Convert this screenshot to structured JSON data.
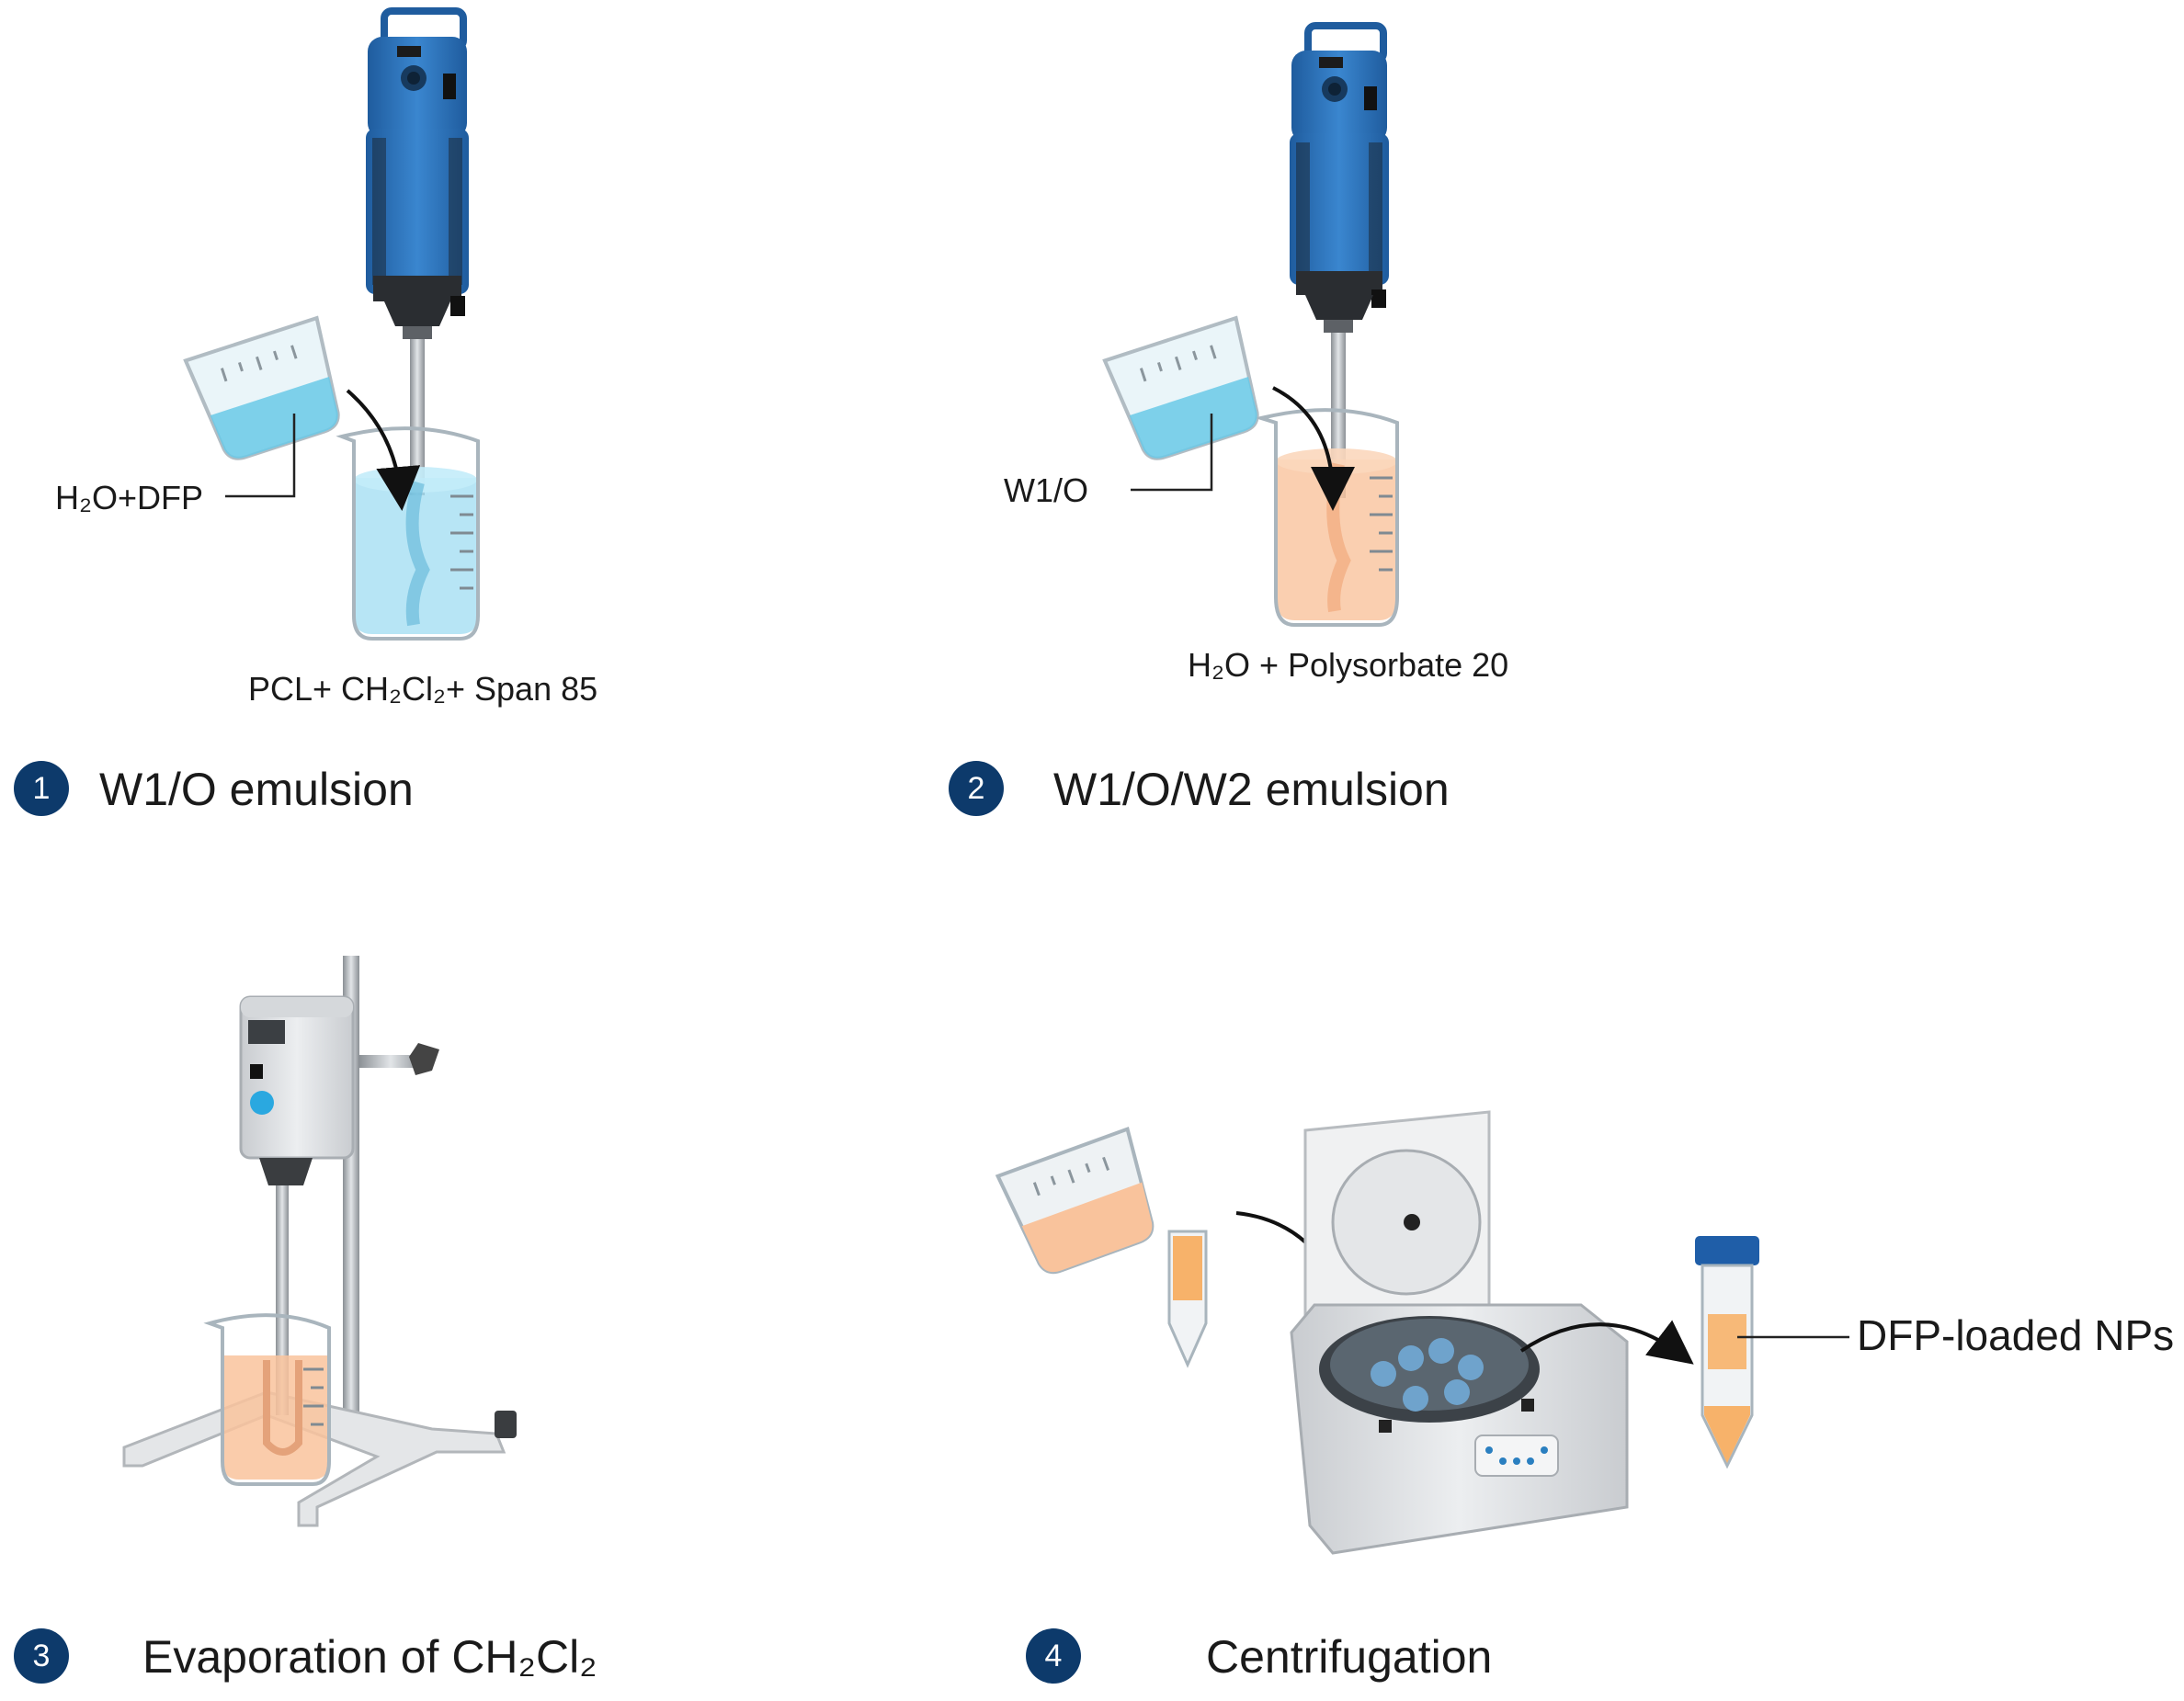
{
  "colors": {
    "badge": "#0d3a6b",
    "mixer_blue": "#2f73b8",
    "water_blue": "#7fd0ec",
    "emulsion_orange": "#f7b98e",
    "tube_cap": "#1f5ea8"
  },
  "steps": [
    {
      "number": "1",
      "title": "W1/O emulsion",
      "pour_label": "H₂O+DFP",
      "beaker_label": "PCL+ CH₂Cl₂+ Span 85"
    },
    {
      "number": "2",
      "title": "W1/O/W2 emulsion",
      "pour_label": "W1/O",
      "beaker_label": "H₂O + Polysorbate 20"
    },
    {
      "number": "3",
      "title": "Evaporation of  CH₂Cl₂"
    },
    {
      "number": "4",
      "title": "Centrifugation",
      "product_label": "DFP-loaded NPs"
    }
  ]
}
